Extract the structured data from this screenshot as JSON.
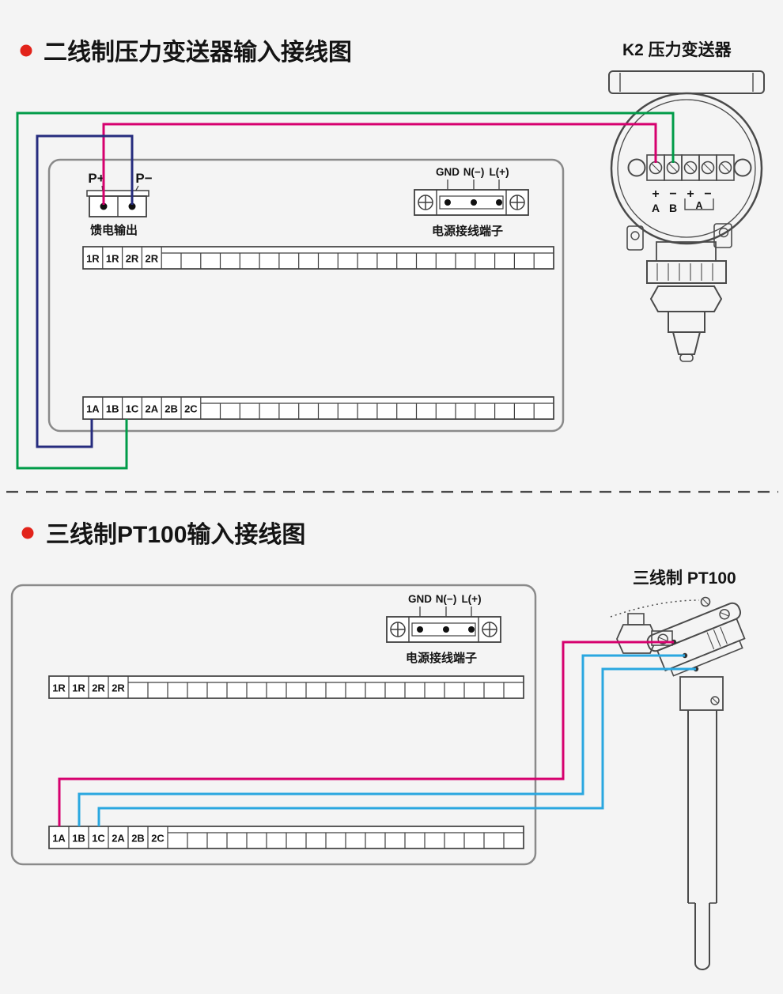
{
  "colors": {
    "green": "#009b48",
    "magenta": "#d6006e",
    "navy": "#262c7e",
    "blue": "#2aa7e0",
    "bullet_red": "#e2231a"
  },
  "section1": {
    "title": "二线制压力变送器输入接线图",
    "device_label": "K2  压力变送器",
    "p_plus": "P+",
    "p_minus": "P−",
    "feed_output_caption": "馈电输出",
    "power_terminal": {
      "labels": [
        "GND",
        "N(−)",
        "L(+)"
      ],
      "caption": "电源接线端子"
    },
    "strip_top_labels": [
      "1R",
      "1R",
      "2R",
      "2R"
    ],
    "strip_bottom_labels": [
      "1A",
      "1B",
      "1C",
      "2A",
      "2B",
      "2C"
    ],
    "transmitter": {
      "signs": [
        "+",
        "−",
        "+",
        "−"
      ],
      "row2": [
        "A",
        "B"
      ],
      "bracket_letter": "A"
    }
  },
  "section2": {
    "title": "三线制PT100输入接线图",
    "device_label": "三线制  PT100",
    "power_terminal": {
      "labels": [
        "GND",
        "N(−)",
        "L(+)"
      ],
      "caption": "电源接线端子"
    },
    "strip_top_labels": [
      "1R",
      "1R",
      "2R",
      "2R"
    ],
    "strip_bottom_labels": [
      "1A",
      "1B",
      "1C",
      "2A",
      "2B",
      "2C"
    ]
  }
}
